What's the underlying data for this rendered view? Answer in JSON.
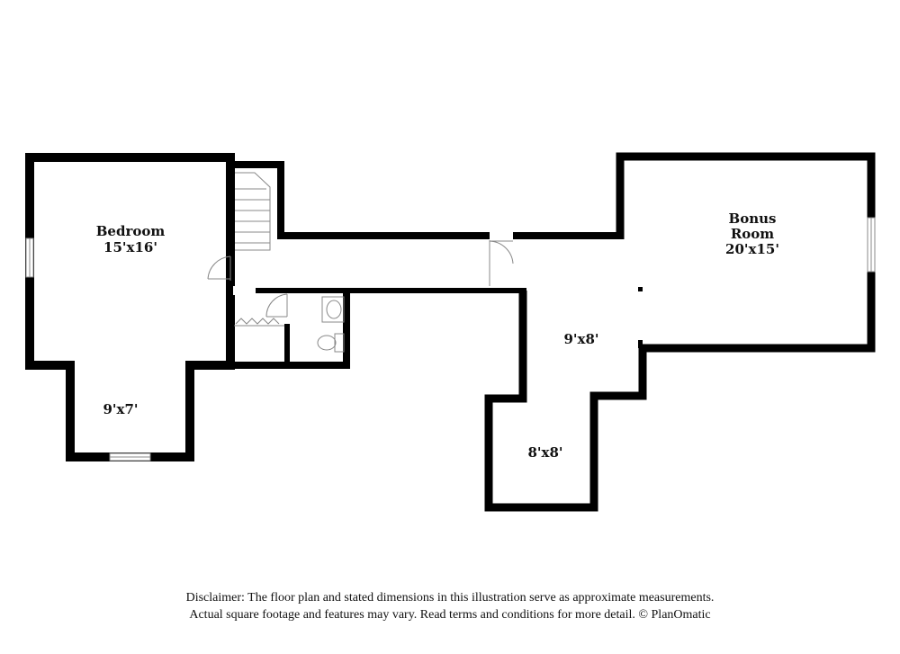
{
  "rooms": {
    "bedroom": {
      "name": "Bedroom",
      "size": "15'x16'"
    },
    "bedroom_nook": {
      "size": "9'x7'"
    },
    "bonus_room": {
      "name_line1": "Bonus",
      "name_line2": "Room",
      "size": "20'x15'"
    },
    "landing": {
      "size": "9'x8'"
    },
    "alcove": {
      "size": "8'x8'"
    }
  },
  "footer": {
    "line1": "Disclaimer: The floor plan and stated dimensions in this illustration serve as approximate measurements.",
    "line2": "Actual square footage and features may vary. Read terms and conditions for more detail. © PlanOmatic"
  },
  "colors": {
    "wall": "#000000",
    "fixture": "#888888",
    "background": "#ffffff"
  }
}
